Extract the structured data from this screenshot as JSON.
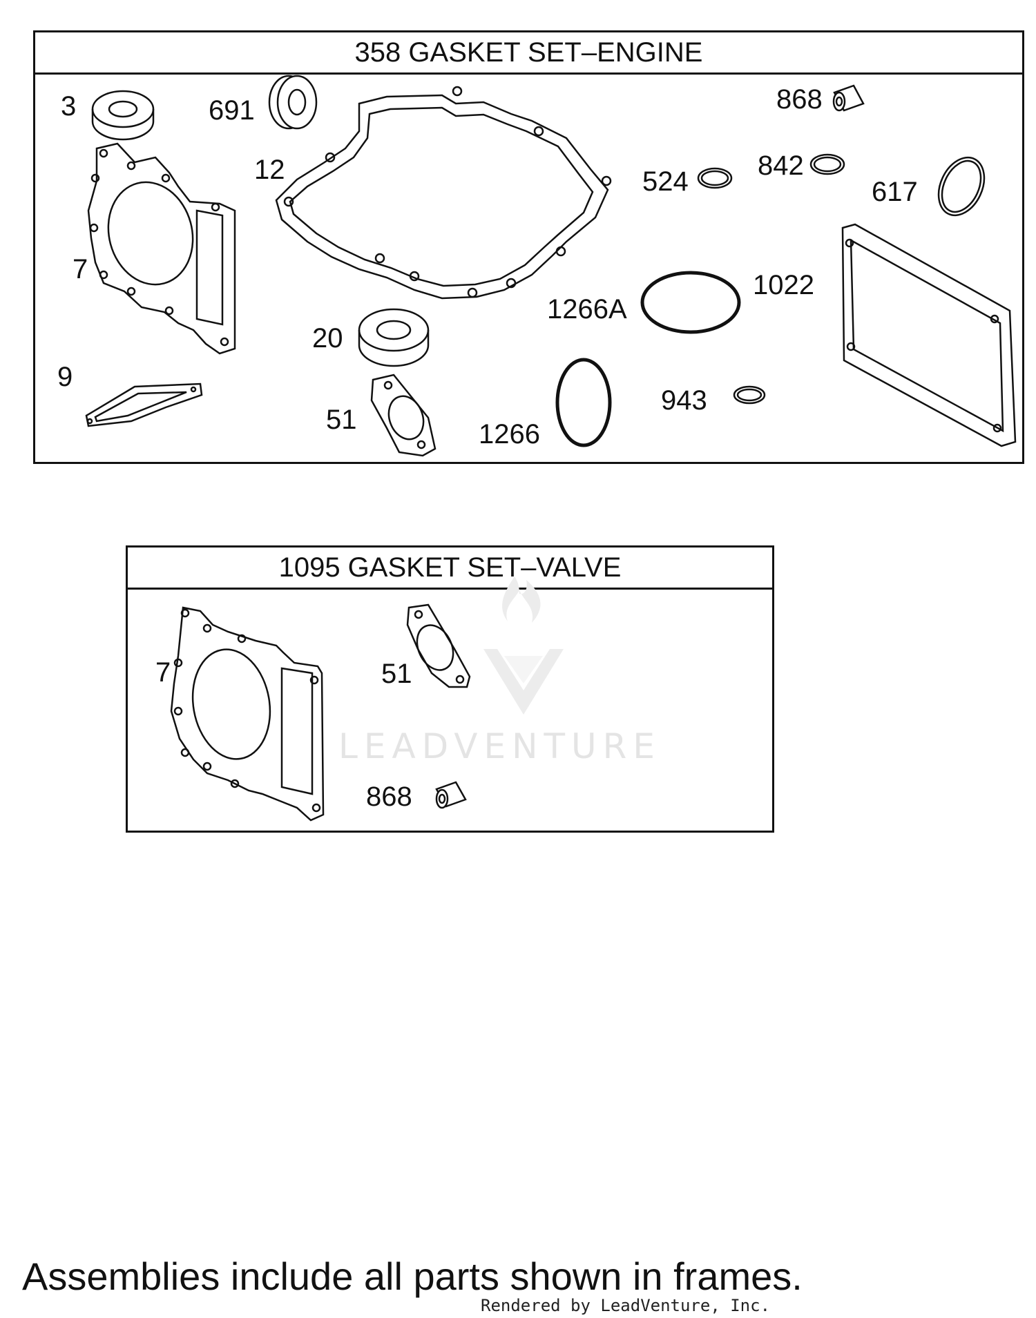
{
  "engine_set": {
    "title": "358 GASKET SET–ENGINE",
    "callouts": {
      "c3": "3",
      "c691": "691",
      "c12": "12",
      "c868": "868",
      "c524": "524",
      "c842": "842",
      "c617": "617",
      "c7": "7",
      "c1022": "1022",
      "c1266a": "1266A",
      "c20": "20",
      "c9": "9",
      "c51": "51",
      "c1266": "1266",
      "c943": "943"
    }
  },
  "valve_set": {
    "title": "1095 GASKET SET–VALVE",
    "callouts": {
      "c7": "7",
      "c51": "51",
      "c868": "868"
    }
  },
  "watermark": "LEADVENTURE",
  "footnote": "Assemblies include all parts shown in frames.",
  "rendered_by": "Rendered by LeadVenture, Inc."
}
